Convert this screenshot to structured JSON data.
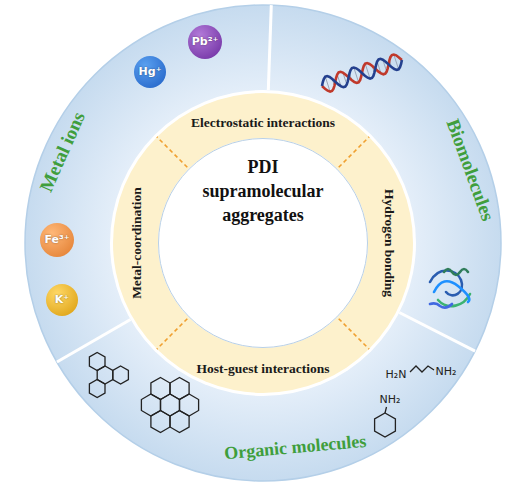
{
  "diagram": {
    "nodes": [
      {
        "text": [
          "Metal ions"
        ]
      },
      {
        "text": [
          "Pb²⁺"
        ],
        "in": 0
      },
      {
        "text": [
          "Hg⁺"
        ],
        "in": 0
      },
      {
        "text": [
          "Fe³⁺"
        ],
        "in": 0
      },
      {
        "text": [
          "K⁺"
        ],
        "in": 0
      },
      {
        "text": [
          "Biomolecules"
        ]
      },
      {
        "text": [
          "Organic molecules"
        ]
      },
      {
        "text": [
          "Electrostatic interactions"
        ]
      },
      {
        "text": [
          "Hydrogen bonding"
        ]
      },
      {
        "text": [
          "Host-guest interactions"
        ]
      },
      {
        "text": [
          "Metal-coordination"
        ]
      },
      {
        "text": [
          "PDI supramolecular aggregates"
        ]
      }
    ],
    "labels": [
      "H₂N",
      "NH₂",
      "NH₂"
    ]
  }
}
